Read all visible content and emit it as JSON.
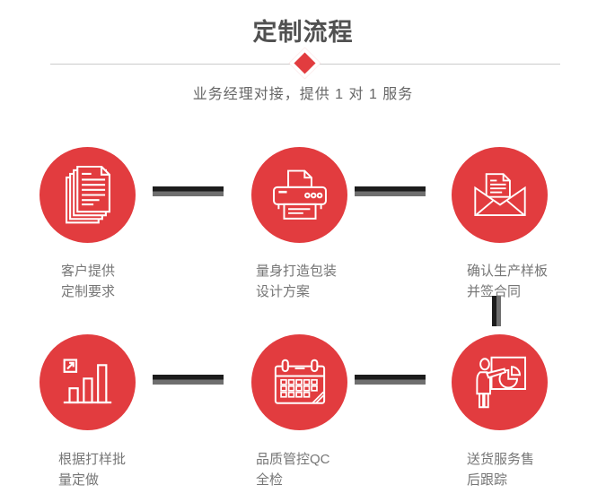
{
  "header": {
    "title": "定制流程",
    "subtitle": "业务经理对接，提供 1 对 1 服务"
  },
  "colors": {
    "accent_red": "#e23c3f",
    "title_gray": "#515151",
    "subtitle_gray": "#666666",
    "label_gray": "#767676",
    "divider_gray": "#cccccc",
    "connector_dark": "#1c1c1c",
    "connector_light": "#6f6f6f",
    "icon_white": "#ffffff"
  },
  "steps": [
    {
      "icon": "documents-icon",
      "label_line1": "客户提供",
      "label_line2": "定制要求"
    },
    {
      "icon": "printer-icon",
      "label_line1": "量身打造包装",
      "label_line2": "设计方案"
    },
    {
      "icon": "envelope-icon",
      "label_line1": "确认生产样板",
      "label_line2": "并签合同"
    },
    {
      "icon": "bar-chart-icon",
      "label_line1": "根据打样批",
      "label_line2": "量定做"
    },
    {
      "icon": "calendar-icon",
      "label_line1": "品质管控QC",
      "label_line2": "全检"
    },
    {
      "icon": "presentation-icon",
      "label_line1": "送货服务售",
      "label_line2": "后跟踪"
    }
  ]
}
